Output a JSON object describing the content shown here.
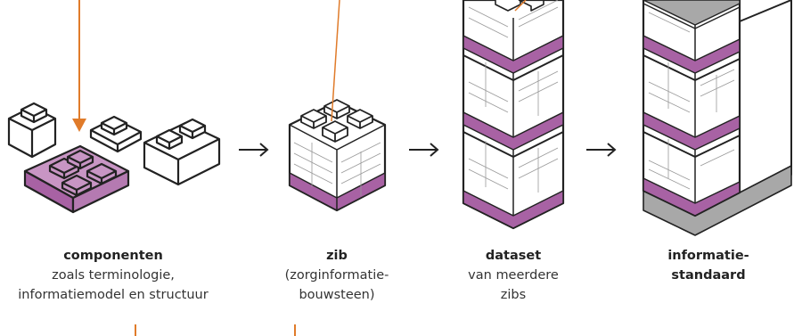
{
  "stages": [
    {
      "id": "componenten",
      "title": "componenten",
      "lines": [
        "zoals terminologie,",
        "informatiemodel en structuur"
      ]
    },
    {
      "id": "zib",
      "title": "zib",
      "lines": [
        "(zorginformatie-",
        "bouwsteen)"
      ]
    },
    {
      "id": "dataset",
      "title": "dataset",
      "lines": [
        "van meerdere",
        "zibs"
      ]
    },
    {
      "id": "informatiestandaard",
      "title_lines": [
        "informatie-",
        "standaard"
      ]
    }
  ],
  "arrows": [
    "right-arrow-icon",
    "right-arrow-icon",
    "right-arrow-icon"
  ],
  "colors": {
    "outline": "#222222",
    "block_face": "#ffffff",
    "purple_top": "#c895c4",
    "purple_side": "#a862a4",
    "grey": "#a8a8a8",
    "callout": "#e07b2a"
  }
}
